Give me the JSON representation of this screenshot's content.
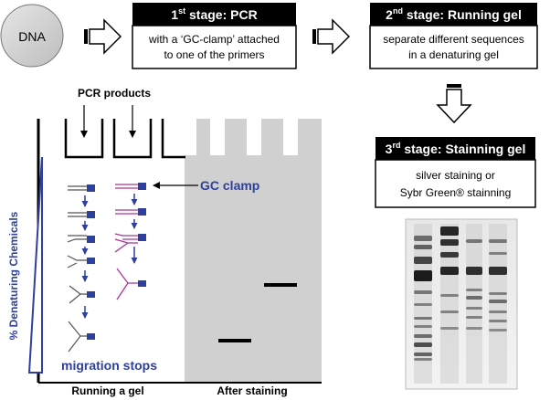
{
  "dna_label": "DNA",
  "stage1": {
    "title_prefix": "1",
    "title_sup": "st",
    "title_suffix": " stage: PCR",
    "line1": "with a ‘GC-clamp’ attached",
    "line2": "to one of the primers"
  },
  "stage2": {
    "title_prefix": "2",
    "title_sup": "nd",
    "title_suffix": " stage: Running gel",
    "line1": "separate different sequences",
    "line2": "in a denaturing gel"
  },
  "stage3": {
    "title_prefix": "3",
    "title_sup": "rd",
    "title_suffix": " stage: Stainning gel",
    "line1": "silver staining or",
    "line2": "Sybr Green® stainning"
  },
  "gel": {
    "pcr_products": "PCR products",
    "gc_clamp": "GC clamp",
    "migration_stops": "migration stops",
    "denaturing": "% Denaturing Chemicals",
    "running_label": "Running a gel",
    "after_label": "After staining"
  },
  "colors": {
    "box_header": "#000000",
    "accent_blue": "#2e3f9e",
    "strand_magenta": "#a8359b",
    "gel_grey": "#d0d0d0",
    "circle_grey": "#d2d2d2"
  }
}
